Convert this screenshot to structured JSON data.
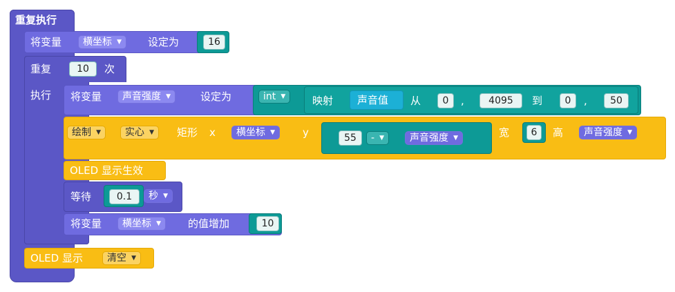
{
  "repeat_forever": {
    "label": "重复执行"
  },
  "set_var1": {
    "prefix": "将变量",
    "var": "横坐标",
    "mid": "设定为",
    "value": "16"
  },
  "repeat": {
    "prefix": "重复",
    "count": "10",
    "suffix": "次",
    "do": "执行"
  },
  "set_var2": {
    "prefix": "将变量",
    "var": "声音强度",
    "mid": "设定为",
    "type": "int",
    "map": "映射",
    "source": "声音值",
    "from": "从",
    "from_lo": "0",
    "comma1": ",",
    "from_hi": "4095",
    "to": "到",
    "to_lo": "0",
    "comma2": ",",
    "to_hi": "50"
  },
  "draw": {
    "mode": "绘制",
    "fill": "实心",
    "shape": "矩形",
    "x_label": "x",
    "x_var": "横坐标",
    "y_label": "y",
    "y_num": "55",
    "op": "-",
    "y_var": "声音强度",
    "w_label": "宽",
    "w_val": "6",
    "h_label": "高",
    "h_var": "声音强度"
  },
  "oled_show": {
    "label": "OLED 显示生效"
  },
  "wait": {
    "label": "等待",
    "value": "0.1",
    "unit": "秒"
  },
  "change_var": {
    "prefix": "将变量",
    "var": "横坐标",
    "mid": "的值增加",
    "value": "10"
  },
  "oled_clear": {
    "label": "OLED 显示",
    "action": "清空"
  },
  "caret": "▼",
  "colors": {
    "loop": "#5b57c6",
    "variable": "#6f6be0",
    "math": "#0d9a96",
    "display": "#f9bd14"
  }
}
